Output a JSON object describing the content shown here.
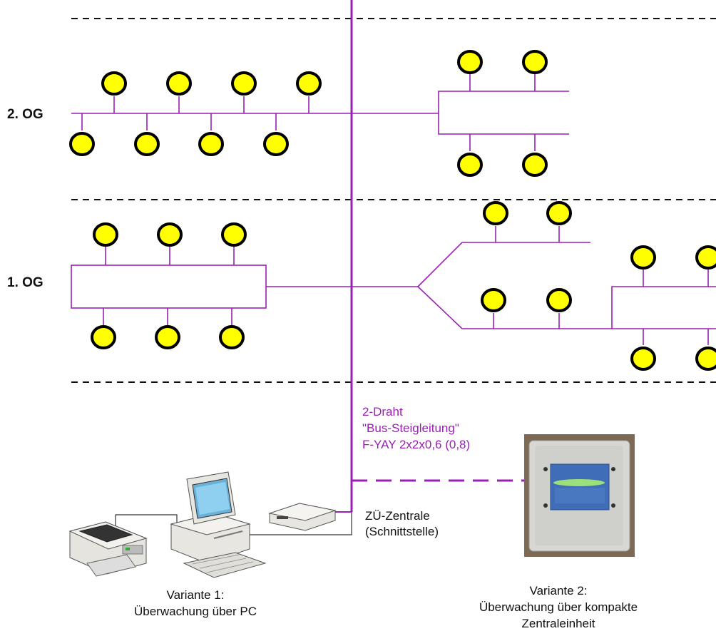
{
  "floors": {
    "og2": "2. OG",
    "og1": "1. OG"
  },
  "bus": {
    "line1": "2-Draht",
    "line2": "\"Bus-Steigleitung\"",
    "line3": "F-YAY 2x2x0,6 (0,8)"
  },
  "zentrale": {
    "line1": "ZÜ-Zentrale",
    "line2": "(Schnittstelle)"
  },
  "variante1": {
    "line1": "Variante 1:",
    "line2": "Überwachung über PC"
  },
  "variante2": {
    "line1": "Variante 2:",
    "line2": "Überwachung über kompakte",
    "line3": "Zentraleinheit"
  },
  "colors": {
    "bus": "#9a1fb5",
    "node_fill": "#ffff00",
    "node_stroke": "#000000"
  }
}
